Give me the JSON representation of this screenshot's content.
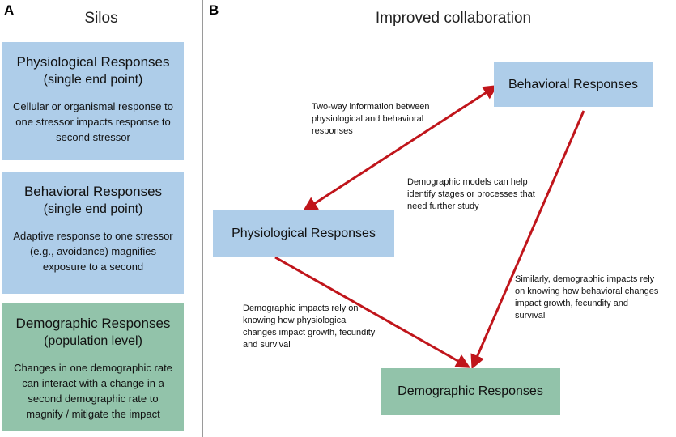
{
  "panel_a": {
    "letter": "A",
    "title": "Silos",
    "boxes": [
      {
        "heading": "Physiological Responses",
        "subheading": "(single end point)",
        "description": "Cellular or organismal response to one stressor impacts response to second stressor"
      },
      {
        "heading": "Behavioral Responses",
        "subheading": "(single end point)",
        "description": "Adaptive response to one stressor (e.g., avoidance) magnifies exposure to a second"
      },
      {
        "heading": "Demographic Responses",
        "subheading": "(population level)",
        "description": "Changes in one demographic rate can interact with a change in a second demographic rate to magnify / mitigate the impact"
      }
    ]
  },
  "panel_b": {
    "letter": "B",
    "title": "Improved collaboration",
    "nodes": {
      "behavioral": "Behavioral Responses",
      "physiological": "Physiological Responses",
      "demographic": "Demographic Responses"
    },
    "notes": {
      "two_way": "Two-way information between physiological and behavioral responses",
      "demo_models": "Demographic models can help identify stages or processes that need further study",
      "physio_demo": "Demographic impacts rely on knowing how physiological changes impact growth, fecundity and survival",
      "behav_demo": "Similarly, demographic impacts rely on knowing how behavioral changes impact growth, fecundity and survival"
    }
  },
  "colors": {
    "blue_box": "#aecde9",
    "green_box": "#92c3aa",
    "arrow": "#c0151b"
  }
}
